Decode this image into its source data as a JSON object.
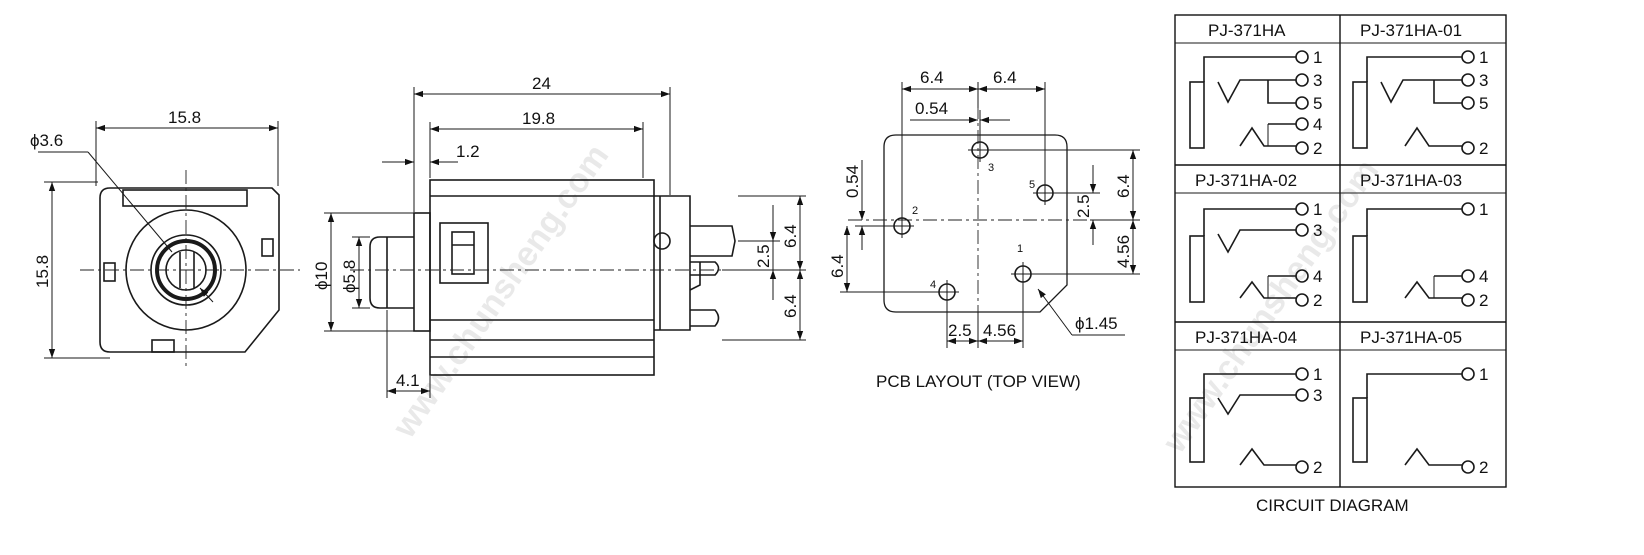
{
  "front_view": {
    "width_label": "15.8",
    "height_label": "15.8",
    "hole_label": "ϕ3.6"
  },
  "side_view": {
    "overall_length": "24",
    "body_length": "19.8",
    "flange_gap": "1.2",
    "outer_diameter": "ϕ10",
    "inner_diameter": "ϕ5.8",
    "nose_length": "4.1",
    "pin_pitch_top": "6.4",
    "pin_offset": "2.5",
    "pin_pitch_bottom": "6.4"
  },
  "pcb_layout": {
    "top_left": "6.4",
    "top_right": "6.4",
    "offset_top": "0.54",
    "offset_left": "0.54",
    "left_height": "6.4",
    "right_top": "6.4",
    "right_mid": "2.5",
    "right_bottom": "4.56",
    "bottom_left": "2.5",
    "bottom_right": "4.56",
    "hole_diameter": "ϕ1.45",
    "pins": [
      "1",
      "2",
      "3",
      "4",
      "5"
    ],
    "caption": "PCB LAYOUT (TOP VIEW)"
  },
  "circuit": {
    "caption": "CIRCUIT DIAGRAM",
    "cells": [
      {
        "model": "PJ-371HA",
        "pins": [
          "1",
          "3",
          "5",
          "4",
          "2"
        ]
      },
      {
        "model": "PJ-371HA-01",
        "pins": [
          "1",
          "3",
          "5",
          "2"
        ]
      },
      {
        "model": "PJ-371HA-02",
        "pins": [
          "1",
          "3",
          "4",
          "2"
        ]
      },
      {
        "model": "PJ-371HA-03",
        "pins": [
          "1",
          "4",
          "2"
        ]
      },
      {
        "model": "PJ-371HA-04",
        "pins": [
          "1",
          "3",
          "2"
        ]
      },
      {
        "model": "PJ-371HA-05",
        "pins": [
          "1",
          "2"
        ]
      }
    ]
  },
  "watermark": "www.chunsheng.com"
}
